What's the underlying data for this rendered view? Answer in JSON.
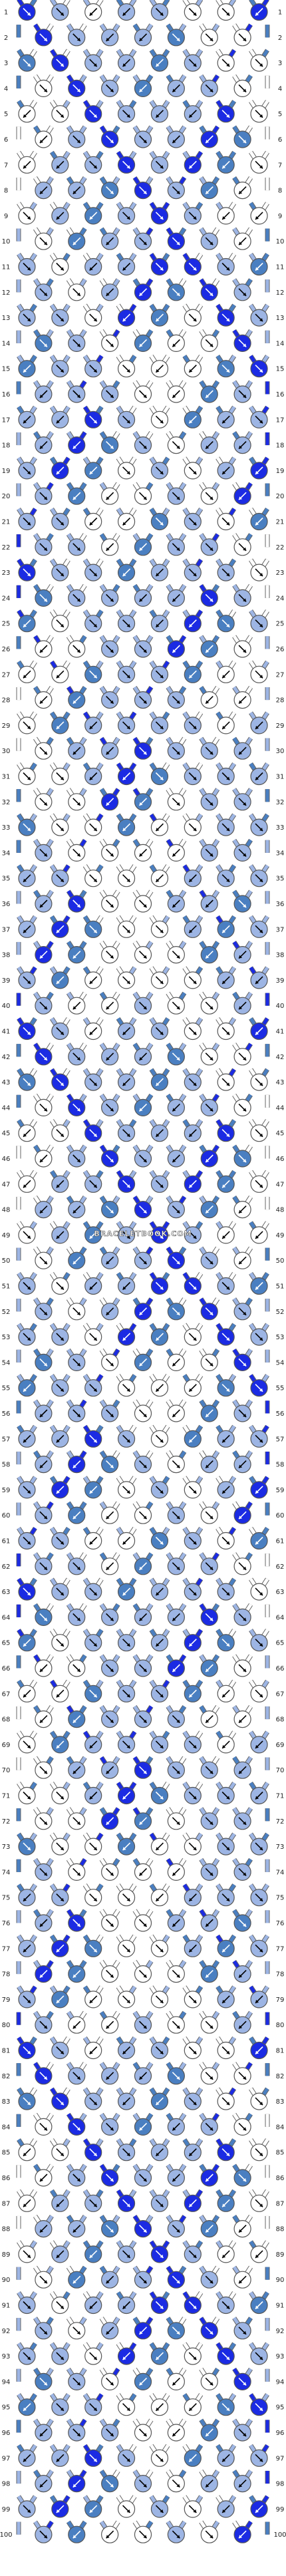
{
  "pattern": {
    "watermark": "BRACELETBOOK.COM",
    "strings": 16,
    "rows": 100,
    "palette": {
      "white": "#ffffff",
      "light_blue": "#9db5e4",
      "medium_blue": "#4a7fc1",
      "royal_blue": "#1b2be3",
      "line": "#555555",
      "arrow": "#000000"
    },
    "thread_colors": [
      "royal_blue",
      "medium_blue",
      "light_blue",
      "white",
      "light_blue",
      "white",
      "medium_blue",
      "light_blue",
      "light_blue",
      "medium_blue",
      "white",
      "light_blue",
      "white",
      "light_blue",
      "medium_blue",
      "royal_blue"
    ],
    "row_labels": [
      "1",
      "2",
      "3",
      "4",
      "5",
      "6",
      "7",
      "8",
      "9",
      "10",
      "11",
      "12",
      "13",
      "14",
      "15",
      "16",
      "17",
      "18",
      "19",
      "20",
      "21",
      "22",
      "23",
      "24",
      "25",
      "26",
      "27",
      "28",
      "29",
      "30",
      "31",
      "32",
      "33",
      "34",
      "35",
      "36",
      "37",
      "38",
      "39",
      "40",
      "41",
      "42",
      "43",
      "44",
      "45",
      "46",
      "47",
      "48",
      "49",
      "50",
      "51",
      "52",
      "53",
      "54",
      "55",
      "56",
      "57",
      "58",
      "59",
      "60",
      "61",
      "62",
      "63",
      "64",
      "65",
      "66",
      "67",
      "68",
      "69",
      "70",
      "71",
      "72",
      "73",
      "74",
      "75",
      "76",
      "77",
      "78",
      "79",
      "80",
      "81",
      "82",
      "83",
      "84",
      "85",
      "86",
      "87",
      "88",
      "89",
      "90",
      "91",
      "92",
      "93",
      "94",
      "95",
      "96",
      "97",
      "98",
      "99",
      "100"
    ]
  }
}
